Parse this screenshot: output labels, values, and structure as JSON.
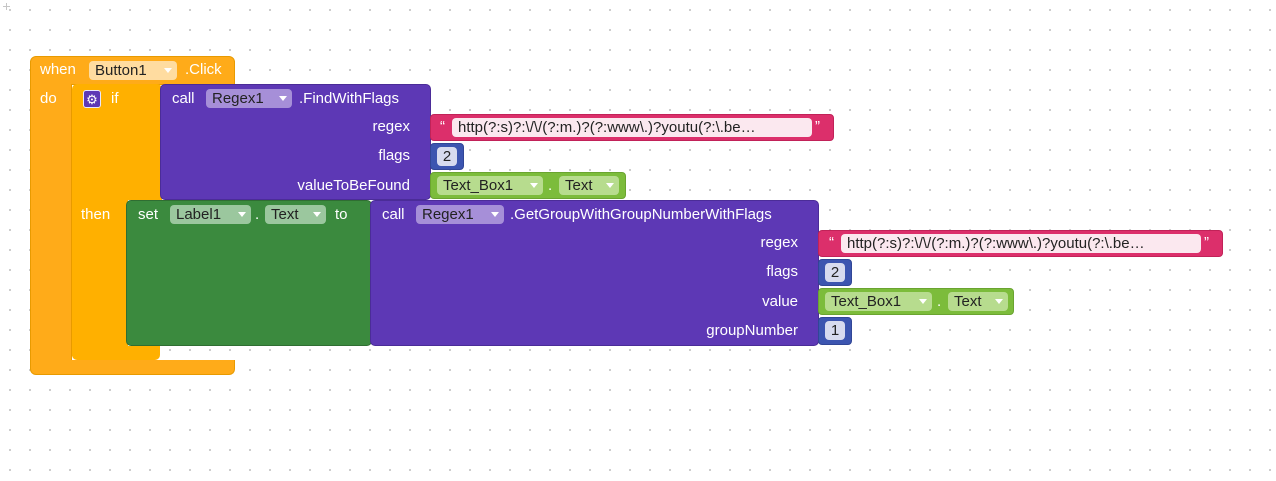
{
  "event_block": {
    "when_label": "when",
    "component": "Button1",
    "event": ".Click",
    "do_label": "do"
  },
  "if_block": {
    "if_label": "if",
    "then_label": "then"
  },
  "find_call": {
    "call_label": "call",
    "component": "Regex1",
    "method": ".FindWithFlags",
    "arg_regex_label": "regex",
    "arg_flags_label": "flags",
    "arg_value_label": "valueToBeFound",
    "regex_text": "http(?:s)?:\\/\\/(?:m.)?(?:www\\.)?youtu(?:\\.be…",
    "flags_value": "2",
    "value_component": "Text_Box1",
    "value_property": "Text"
  },
  "set_block": {
    "set_label": "set",
    "component": "Label1",
    "property": "Text",
    "to_label": "to",
    "dot": "."
  },
  "group_call": {
    "call_label": "call",
    "component": "Regex1",
    "method": ".GetGroupWithGroupNumberWithFlags",
    "arg_regex_label": "regex",
    "arg_flags_label": "flags",
    "arg_value_label": "value",
    "arg_group_label": "groupNumber",
    "regex_text": "http(?:s)?:\\/\\/(?:m.)?(?:www\\.)?youtu(?:\\.be…",
    "flags_value": "2",
    "value_component": "Text_Box1",
    "value_property": "Text",
    "group_value": "1"
  },
  "string_quotes": {
    "open": "“",
    "close": "”"
  },
  "colors": {
    "event": "#ffab19",
    "control": "#ffb000",
    "call": "#5d38b5",
    "setter": "#3b8a3e",
    "getter": "#7cbc3b",
    "text": "#dc2f6b",
    "math": "#3c55b0"
  },
  "icons": {
    "mutator": "gear-icon",
    "dropdown": "chevron-down-icon"
  }
}
